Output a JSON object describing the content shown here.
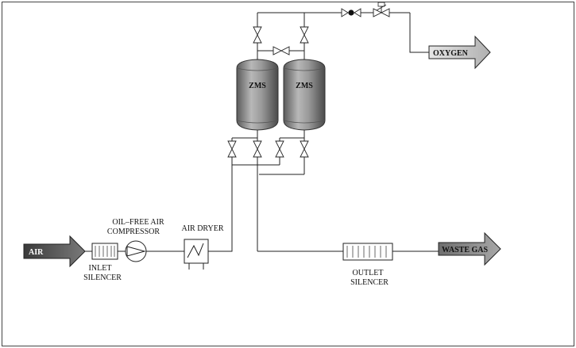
{
  "labels": {
    "air": "AIR",
    "compressor": [
      "OIL–FREE AIR",
      "COMPRESSOR"
    ],
    "air_dryer": "AIR DRYER",
    "inlet_silencer": [
      "INLET",
      "SILENCER"
    ],
    "zms_left": "ZMS",
    "zms_right": "ZMS",
    "oxygen": "OXYGEN",
    "waste_gas": "WASTE GAS",
    "outlet_silencer": [
      "OUTLET",
      "SILENCER"
    ]
  },
  "colors": {
    "air_arrow": "#555555",
    "oxygen_arrow": "#cfcfcf",
    "waste_arrow": "#8a8a8a",
    "tank_body": "#9a9a9a"
  }
}
